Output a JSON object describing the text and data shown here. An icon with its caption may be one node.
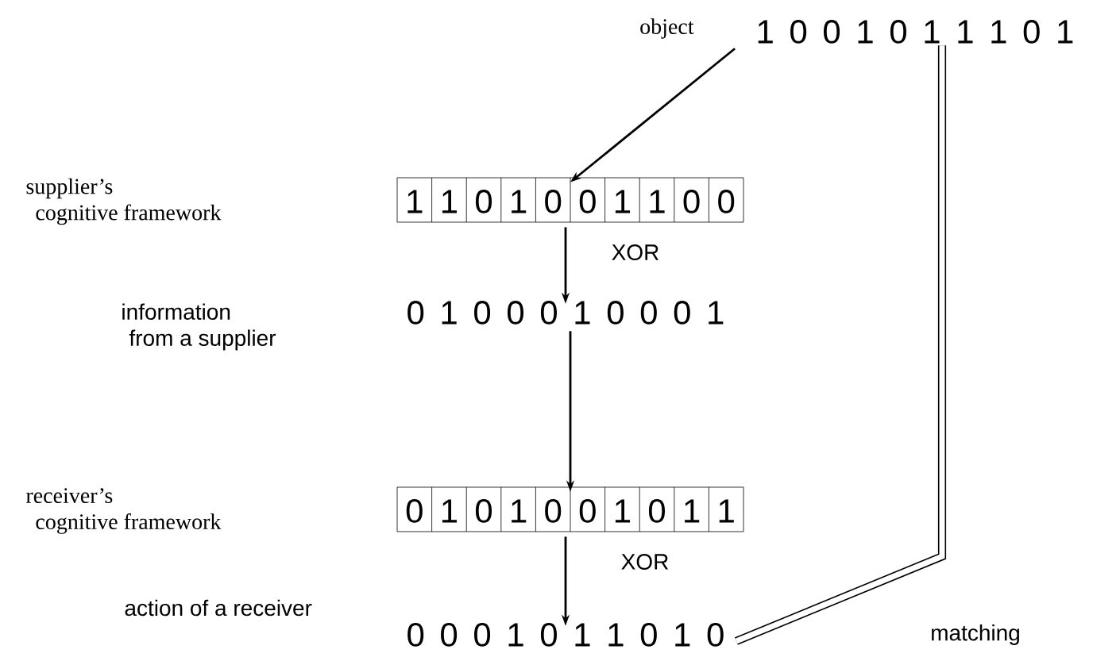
{
  "diagram": {
    "nodes": [
      {
        "text": [
          "1 0 0 1 0 1 1 1 0 1"
        ],
        "beside": [
          "object"
        ]
      },
      {
        "text": [
          "1",
          "1",
          "0",
          "1",
          "0",
          "0",
          "1",
          "1",
          "0",
          "0"
        ]
      },
      {
        "text": [
          "0 1 0 0 0 1 0 0 0 1"
        ]
      },
      {
        "text": [
          "0",
          "1",
          "0",
          "1",
          "0",
          "0",
          "1",
          "0",
          "1",
          "1"
        ]
      },
      {
        "text": [
          "0 0 0 1 0 1 1 0 1 0"
        ]
      }
    ],
    "edges": [
      {
        "from": 0,
        "to": 1,
        "arrow": "to"
      },
      {
        "from": 1,
        "to": 2,
        "arrow": "to",
        "label": "XOR"
      },
      {
        "from": 2,
        "to": 3,
        "arrow": "to"
      },
      {
        "from": 3,
        "to": 4,
        "arrow": "to",
        "label": "XOR"
      },
      {
        "from": 0,
        "to": 4,
        "arrow": "none",
        "label": "matching",
        "style": "thick"
      }
    ],
    "labels": [
      "supplier’s cognitive framework",
      "information from a supplier",
      "receiver’s cognitive framework",
      "action of a receiver"
    ]
  }
}
